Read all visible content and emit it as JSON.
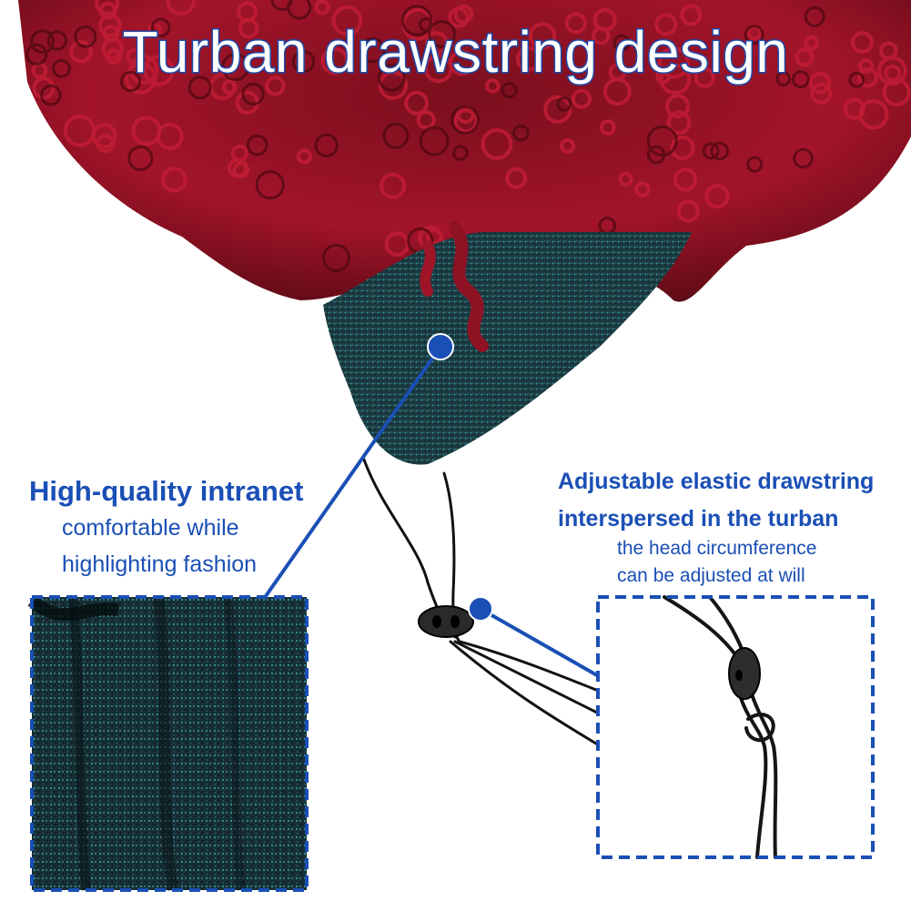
{
  "title": "Turban drawstring design",
  "left_callout": {
    "heading": "High-quality intranet",
    "lines": [
      "comfortable while",
      "highlighting fashion"
    ]
  },
  "right_callout": {
    "heading_lines": [
      "Adjustable elastic drawstring",
      "interspersed in the turban"
    ],
    "lines": [
      "the head circumference",
      "can be adjusted at will"
    ]
  },
  "colors": {
    "accent_blue": "#1a4fb5",
    "hair_red": "#a3142a",
    "fabric_teal": "#1b4148",
    "cord_black": "#111111"
  }
}
